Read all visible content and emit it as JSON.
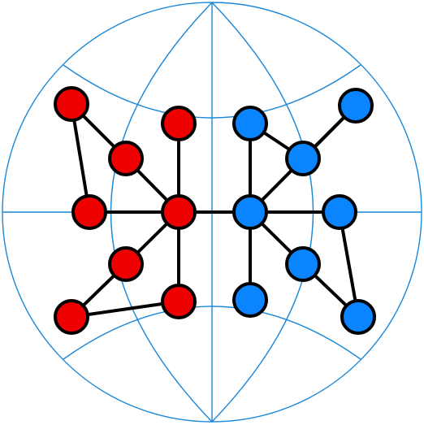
{
  "colors": {
    "background": "#ffffff",
    "globe": "#1a88d8",
    "edge": "#000000",
    "node_stroke": "#000000",
    "group_red": "#ee0000",
    "group_blue": "#0a84ff"
  },
  "graph": {
    "nodes": [
      {
        "id": "r1",
        "group": "red"
      },
      {
        "id": "r2",
        "group": "red"
      },
      {
        "id": "r3",
        "group": "red"
      },
      {
        "id": "r4",
        "group": "red"
      },
      {
        "id": "r5",
        "group": "red"
      },
      {
        "id": "r6",
        "group": "red"
      },
      {
        "id": "r7",
        "group": "red"
      },
      {
        "id": "r8",
        "group": "red"
      },
      {
        "id": "b1",
        "group": "blue"
      },
      {
        "id": "b2",
        "group": "blue"
      },
      {
        "id": "b3",
        "group": "blue"
      },
      {
        "id": "b4",
        "group": "blue"
      },
      {
        "id": "b5",
        "group": "blue"
      },
      {
        "id": "b6",
        "group": "blue"
      },
      {
        "id": "b7",
        "group": "blue"
      },
      {
        "id": "b8",
        "group": "blue"
      }
    ],
    "edges": [
      [
        "r1",
        "r2"
      ],
      [
        "r1",
        "r3"
      ],
      [
        "r2",
        "r4"
      ],
      [
        "r3",
        "r4"
      ],
      [
        "r4",
        "r5"
      ],
      [
        "r4",
        "r6"
      ],
      [
        "r4",
        "r8"
      ],
      [
        "r6",
        "r7"
      ],
      [
        "r7",
        "r8"
      ],
      [
        "r4",
        "b4"
      ],
      [
        "b1",
        "b2"
      ],
      [
        "b2",
        "b3"
      ],
      [
        "b3",
        "b4"
      ],
      [
        "b4",
        "b5"
      ],
      [
        "b4",
        "b6"
      ],
      [
        "b1",
        "b4"
      ],
      [
        "b4",
        "b8"
      ],
      [
        "b5",
        "b7"
      ],
      [
        "b6",
        "b7"
      ]
    ]
  }
}
